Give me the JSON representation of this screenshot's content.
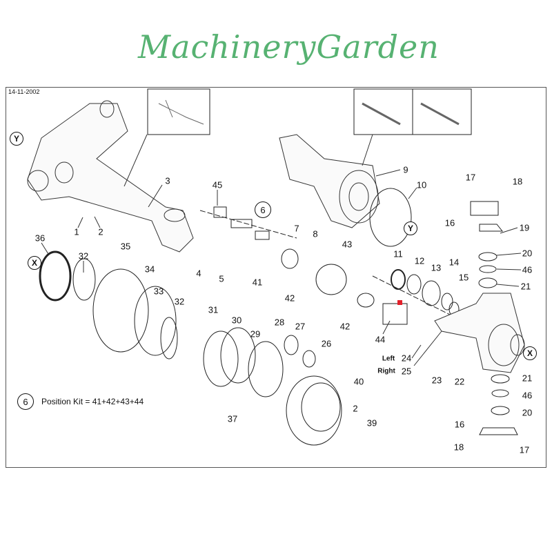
{
  "date": "14-11-2002",
  "position_kit": {
    "number": "6",
    "text": "Position Kit = 41+42+43+44"
  },
  "watermark": "MachineryGarden",
  "markers": {
    "x": "X",
    "y": "Y",
    "kit": "6"
  },
  "side_labels": {
    "left": "Left",
    "right": "Right"
  },
  "callouts": [
    "3",
    "45",
    "1",
    "2",
    "36",
    "32",
    "35",
    "34",
    "4",
    "5",
    "41",
    "7",
    "8",
    "9",
    "10",
    "43",
    "42",
    "42",
    "11",
    "12",
    "13",
    "14",
    "15",
    "17",
    "18",
    "16",
    "19",
    "20",
    "46",
    "21",
    "44",
    "28",
    "27",
    "26",
    "29",
    "30",
    "31",
    "33",
    "32",
    "40",
    "2",
    "39",
    "37",
    "24",
    "25",
    "23",
    "22",
    "21",
    "46",
    "20",
    "16",
    "18",
    "17"
  ]
}
